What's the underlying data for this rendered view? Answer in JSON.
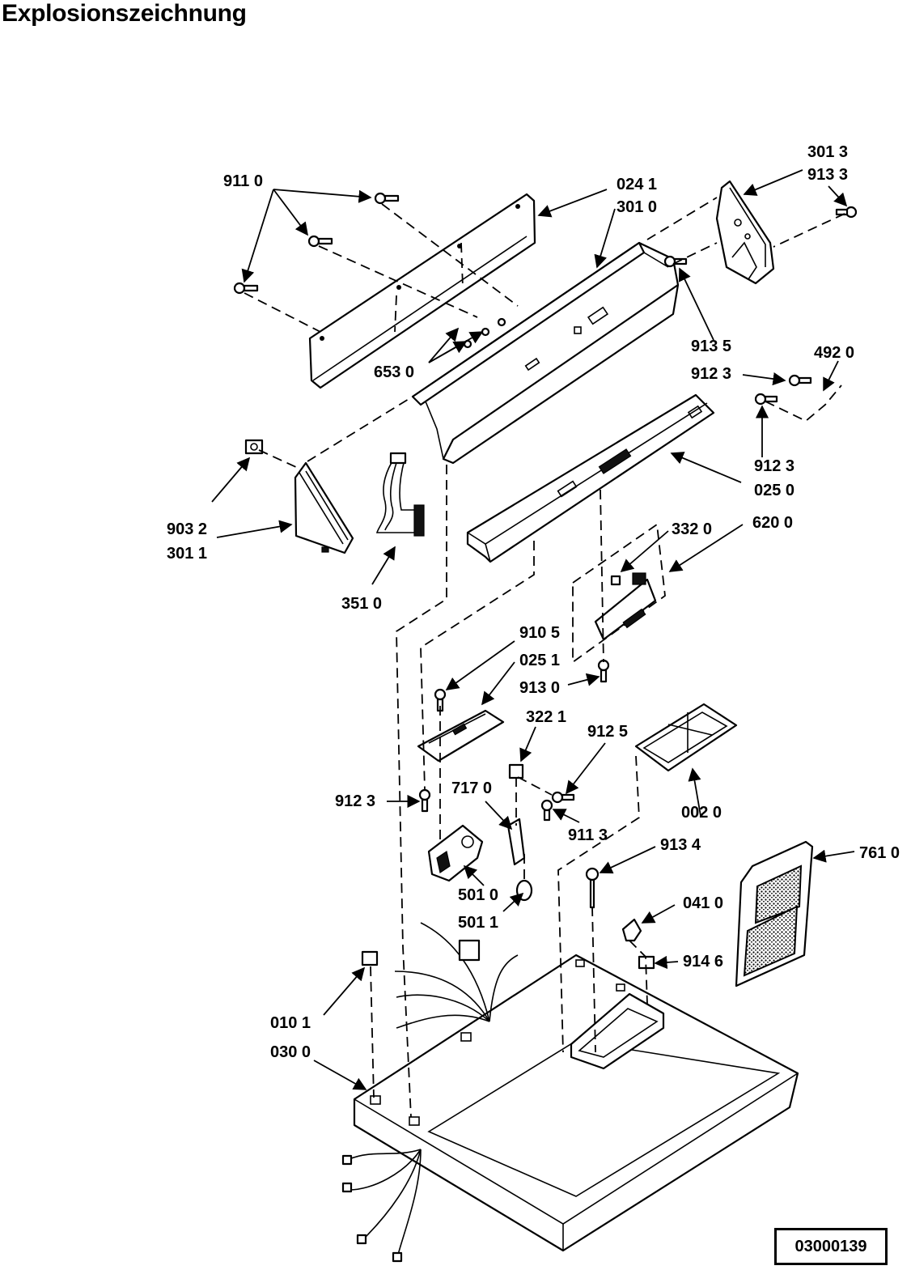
{
  "title": "Explosionszeichnung",
  "doc_number": "03000139",
  "callouts": [
    {
      "id": "911-0",
      "text": "911 0"
    },
    {
      "id": "024-1",
      "text": "024 1"
    },
    {
      "id": "301-0",
      "text": "301 0"
    },
    {
      "id": "301-3",
      "text": "301 3"
    },
    {
      "id": "913-3",
      "text": "913 3"
    },
    {
      "id": "913-5",
      "text": "913 5"
    },
    {
      "id": "492-0",
      "text": "492 0"
    },
    {
      "id": "912-3a",
      "text": "912 3"
    },
    {
      "id": "653-0",
      "text": "653 0"
    },
    {
      "id": "912-3b",
      "text": "912 3"
    },
    {
      "id": "025-0",
      "text": "025 0"
    },
    {
      "id": "332-0",
      "text": "332 0"
    },
    {
      "id": "620-0",
      "text": "620 0"
    },
    {
      "id": "903-2",
      "text": "903 2"
    },
    {
      "id": "301-1",
      "text": "301 1"
    },
    {
      "id": "351-0",
      "text": "351 0"
    },
    {
      "id": "910-5",
      "text": "910 5"
    },
    {
      "id": "025-1",
      "text": "025 1"
    },
    {
      "id": "913-0",
      "text": "913 0"
    },
    {
      "id": "322-1",
      "text": "322 1"
    },
    {
      "id": "912-5",
      "text": "912 5"
    },
    {
      "id": "717-0",
      "text": "717 0"
    },
    {
      "id": "912-3c",
      "text": "912 3"
    },
    {
      "id": "002-0",
      "text": "002 0"
    },
    {
      "id": "911-3",
      "text": "911 3"
    },
    {
      "id": "913-4",
      "text": "913 4"
    },
    {
      "id": "761-0",
      "text": "761 0"
    },
    {
      "id": "501-0",
      "text": "501 0"
    },
    {
      "id": "501-1",
      "text": "501 1"
    },
    {
      "id": "041-0",
      "text": "041 0"
    },
    {
      "id": "914-6",
      "text": "914 6"
    },
    {
      "id": "010-1",
      "text": "010 1"
    },
    {
      "id": "030-0",
      "text": "030 0"
    }
  ]
}
